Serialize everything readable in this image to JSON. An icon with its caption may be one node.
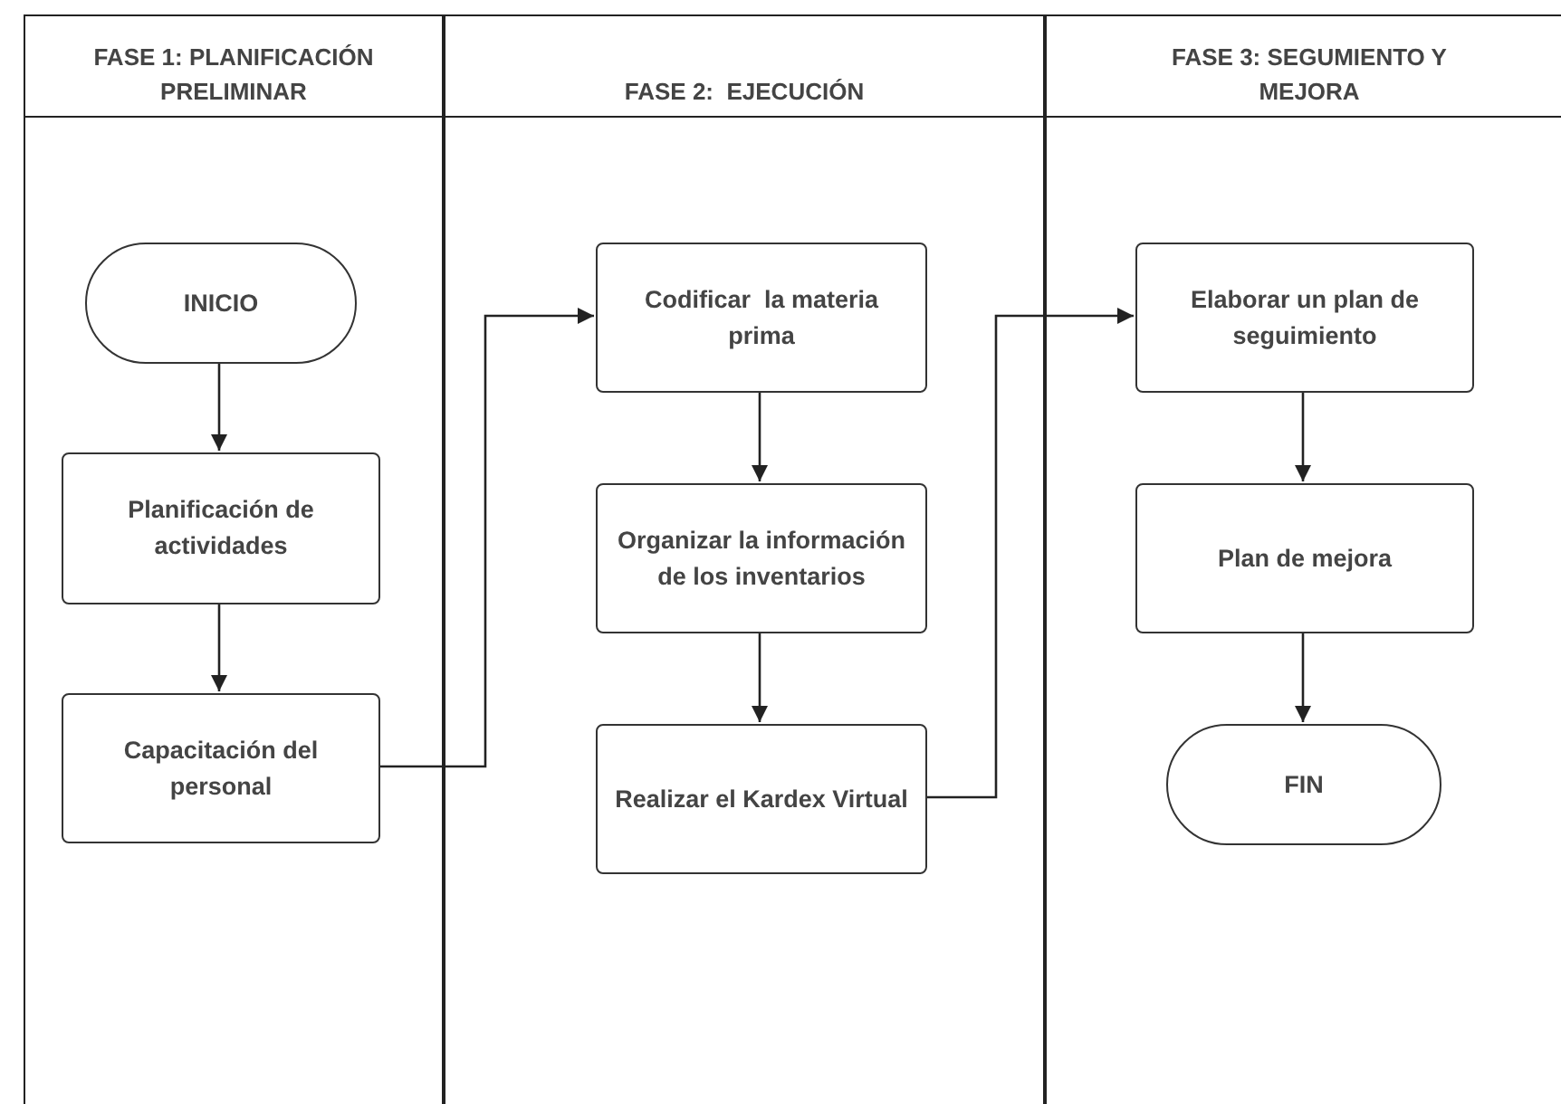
{
  "diagram": {
    "nodes": [
      {
        "text": [
          "FASE 1: PLANIFICACIÓN PRELIMINAR"
        ]
      },
      {
        "text": [
          "FASE 2:  EJECUCIÓN"
        ]
      },
      {
        "text": [
          "FASE 3: SEGUMIENTO Y MEJORA"
        ]
      },
      {
        "text": [
          "INICIO"
        ],
        "in": 0
      },
      {
        "text": [
          "Planificación de actividades"
        ],
        "in": 0
      },
      {
        "text": [
          "Capacitación del personal"
        ],
        "in": 0
      },
      {
        "text": [
          "Codificar  la materia prima"
        ],
        "in": 1
      },
      {
        "text": [
          "Organizar la información de los inventarios"
        ],
        "in": 1
      },
      {
        "text": [
          "Realizar el Kardex Virtual"
        ],
        "in": 1
      },
      {
        "text": [
          "Elaborar un plan de seguimiento"
        ],
        "in": 2
      },
      {
        "text": [
          "Plan de mejora"
        ],
        "in": 2
      },
      {
        "text": [
          "FIN"
        ],
        "in": 2
      }
    ],
    "edges": [
      {
        "from": 3,
        "to": 4,
        "arrow": "to"
      },
      {
        "from": 4,
        "to": 5,
        "arrow": "to"
      },
      {
        "from": 5,
        "to": 6,
        "arrow": "to"
      },
      {
        "from": 6,
        "to": 7,
        "arrow": "to"
      },
      {
        "from": 7,
        "to": 8,
        "arrow": "to"
      },
      {
        "from": 8,
        "to": 9,
        "arrow": "to"
      },
      {
        "from": 9,
        "to": 10,
        "arrow": "to"
      },
      {
        "from": 10,
        "to": 11,
        "arrow": "to"
      }
    ]
  }
}
